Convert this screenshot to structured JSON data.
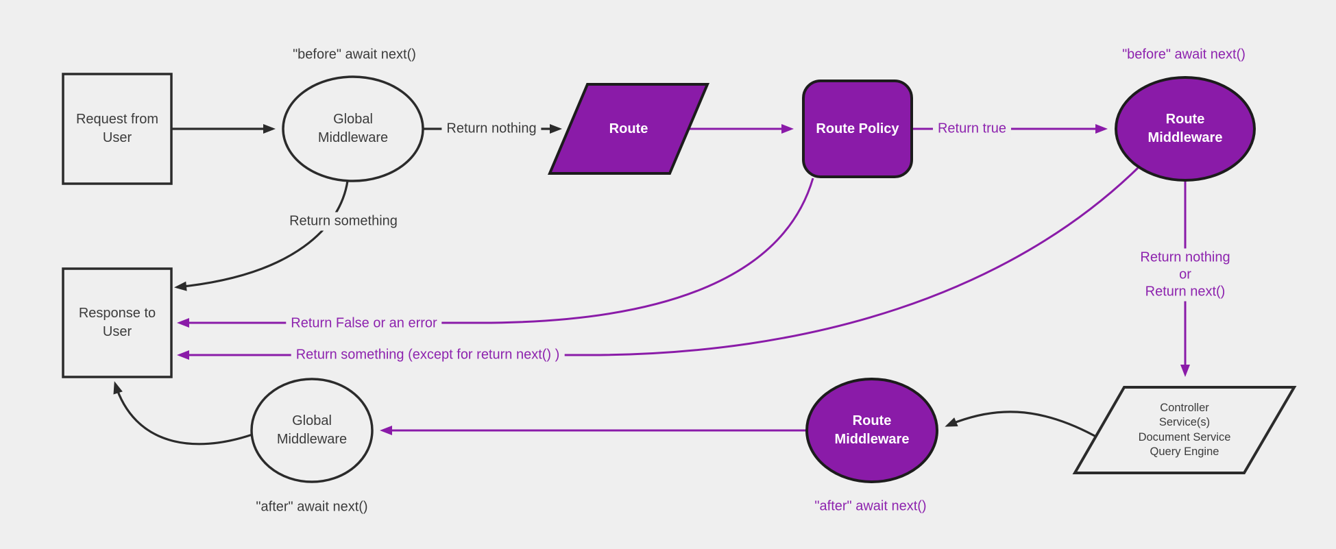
{
  "colors": {
    "background": "#efefef",
    "purple_fill": "#8a1ba8",
    "purple_line": "#8a1ba8",
    "purple_text": "#8d23ae",
    "dark_stroke": "#2b2b2b",
    "dark_text": "#3b3b3b",
    "white_text": "#ffffff"
  },
  "nodes": {
    "request_from_user": {
      "label": "Request from\nUser"
    },
    "global_middleware_top": {
      "label": "Global\nMiddleware"
    },
    "route": {
      "label": "Route"
    },
    "route_policy": {
      "label": "Route Policy"
    },
    "route_middleware_top": {
      "label": "Route\nMiddleware"
    },
    "services": {
      "label": "Controller\nService(s)\nDocument Service\nQuery Engine"
    },
    "route_middleware_bottom": {
      "label": "Route\nMiddleware"
    },
    "global_middleware_bottom": {
      "label": "Global\nMiddleware"
    },
    "response_to_user": {
      "label": "Response to\nUser"
    }
  },
  "edge_labels": {
    "before_await_next_top": "\"before\" await next()",
    "return_nothing": "Return nothing",
    "return_true": "Return true",
    "before_await_next_right": "\"before\" await next()",
    "return_nothing_or_next": "Return nothing\nor\nReturn next()",
    "return_something": "Return something",
    "return_false_or_error": "Return False or an error",
    "return_something_except": "Return something (except for return next() )",
    "after_await_next_purple": "\"after\" await next()",
    "after_await_next_black": "\"after\" await next()"
  }
}
